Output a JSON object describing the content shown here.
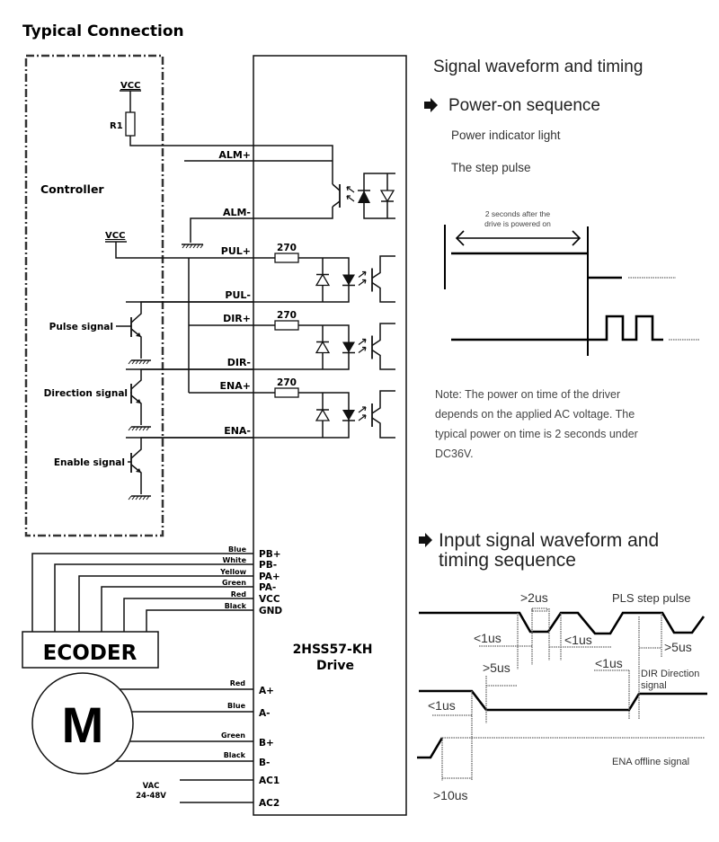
{
  "left": {
    "title": "Typical Connection",
    "controller_label": "Controller",
    "vcc1": "VCC",
    "r1": "R1",
    "vcc2": "VCC",
    "signals": [
      "Pulse signal",
      "Direction signal",
      "Enable signal"
    ],
    "drive_terminals": [
      "ALM+",
      "ALM-",
      "PUL+",
      "PUL-",
      "DIR+",
      "DIR-",
      "ENA+",
      "ENA-"
    ],
    "resistor_value": "270",
    "encoder": {
      "label": "ECODER",
      "wires": [
        {
          "color": "Blue",
          "terminal": "PB+"
        },
        {
          "color": "White",
          "terminal": "PB-"
        },
        {
          "color": "Yellow",
          "terminal": "PA+"
        },
        {
          "color": "Green",
          "terminal": "PA-"
        },
        {
          "color": "Red",
          "terminal": "VCC"
        },
        {
          "color": "Black",
          "terminal": "GND"
        }
      ]
    },
    "drive_name_line1": "2HSS57-KH",
    "drive_name_line2": "Drive",
    "motor": {
      "label": "M",
      "wires": [
        {
          "color": "Red",
          "terminal": "A+"
        },
        {
          "color": "Blue",
          "terminal": "A-"
        },
        {
          "color": "Green",
          "terminal": "B+"
        },
        {
          "color": "Black",
          "terminal": "B-"
        }
      ]
    },
    "power": {
      "line1": "VAC",
      "line2": "24-48V",
      "terminals": [
        "AC1",
        "AC2"
      ]
    }
  },
  "right": {
    "title": "Signal waveform and timing",
    "power_on": {
      "heading": "Power-on sequence",
      "row1": "Power indicator light",
      "row2": "The step pulse",
      "annotation_line1": "2 seconds after the",
      "annotation_line2": "drive is powered on",
      "note_lines": [
        "Note: The power on time of the driver",
        "depends on the applied AC voltage. The",
        "typical power on time is 2 seconds under",
        "DC36V."
      ]
    },
    "input_signal": {
      "heading_line1": "Input signal waveform and",
      "heading_line2": "timing sequence",
      "labels": {
        "pls": "PLS step pulse",
        "dir_line1": "DIR Direction",
        "dir_line2": "signal",
        "ena": "ENA offline signal"
      },
      "timings": {
        "t_high": ">2us",
        "t_fall1": "<1us",
        "t_rise1": "<1us",
        "t_setup": ">5us",
        "t_dir_fall": "<1us",
        "t_dir_rise": "<1us",
        "t_hold": ">5us",
        "t_ena": ">10us"
      }
    }
  }
}
